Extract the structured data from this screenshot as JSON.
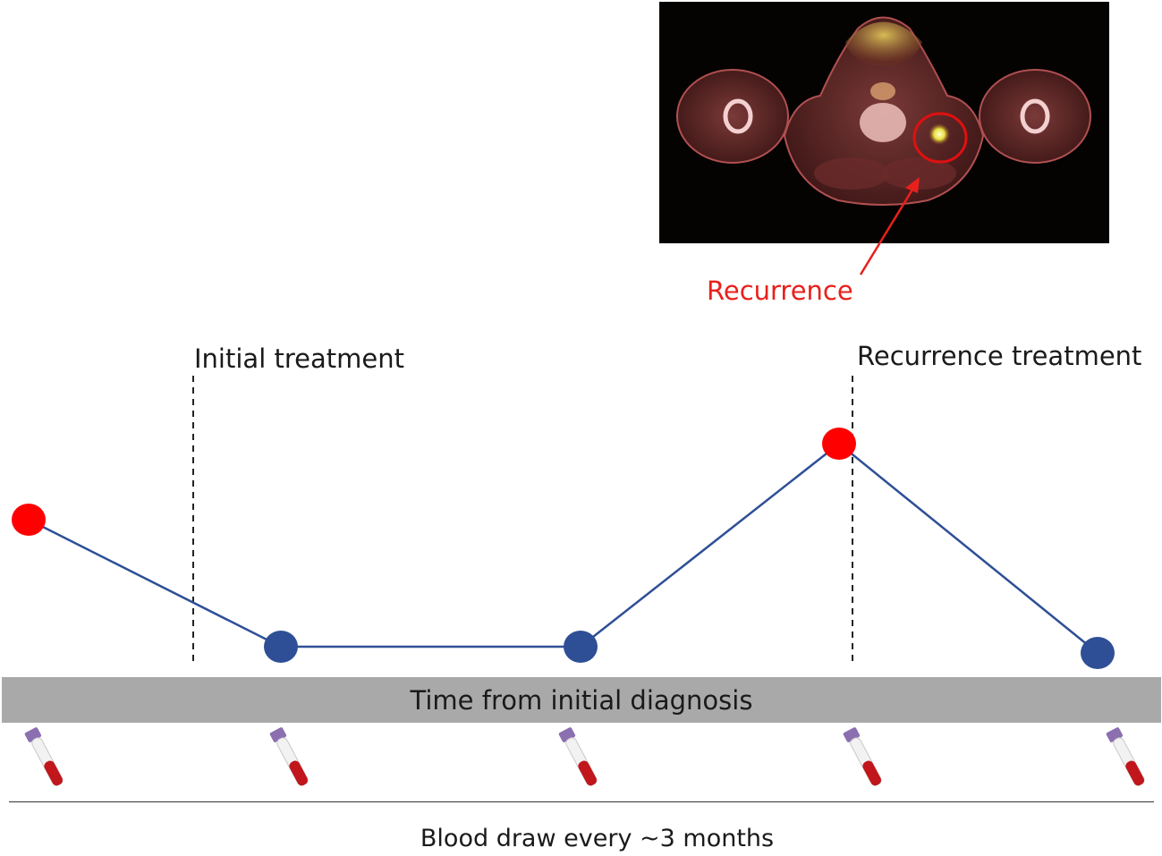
{
  "scan": {
    "annotation": "Recurrence"
  },
  "markers": {
    "initial": "Initial treatment",
    "recurrence": "Recurrence treatment"
  },
  "timeline": {
    "axis_label": "Time from initial diagnosis",
    "footer": "Blood draw every ~3 months"
  },
  "series": {
    "points": [
      {
        "status": "high",
        "color": "#ff0000"
      },
      {
        "status": "low",
        "color": "#2e4f96"
      },
      {
        "status": "low",
        "color": "#2e4f96"
      },
      {
        "status": "high",
        "color": "#ff0000"
      },
      {
        "status": "low",
        "color": "#2e4f96"
      }
    ],
    "line_color": "#2e4f96"
  },
  "colors": {
    "timebar": "#a9a9a9",
    "annotation": "#e8201c"
  },
  "icons": [
    "blood-tube-icon",
    "blood-tube-icon",
    "blood-tube-icon",
    "blood-tube-icon",
    "blood-tube-icon"
  ]
}
